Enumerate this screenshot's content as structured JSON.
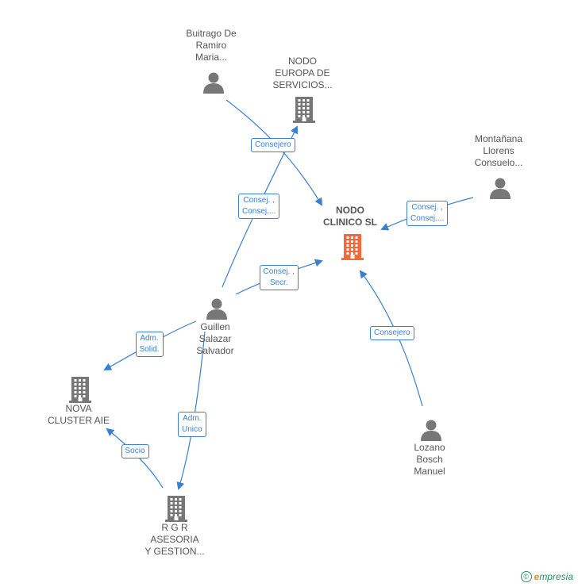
{
  "nodes": [
    {
      "id": "nodo-clinico",
      "type": "company",
      "highlight": true,
      "label": "NODO\nCLINICO  SL"
    },
    {
      "id": "nodo-europa",
      "type": "company",
      "highlight": false,
      "label": "NODO\nEUROPA DE\nSERVICIOS..."
    },
    {
      "id": "buitrago",
      "type": "person",
      "label": "Buitrago De\nRamiro\nMaria..."
    },
    {
      "id": "montanana",
      "type": "person",
      "label": "Montañana\nLlorens\nConsuelo..."
    },
    {
      "id": "guillen",
      "type": "person",
      "label": "Guillen\nSalazar\nSalvador"
    },
    {
      "id": "nova-cluster",
      "type": "company",
      "highlight": false,
      "label": "NOVA\nCLUSTER AIE"
    },
    {
      "id": "rgr",
      "type": "company",
      "highlight": false,
      "label": "R G R\nASESORIA\nY GESTION..."
    },
    {
      "id": "lozano",
      "type": "person",
      "label": "Lozano\nBosch\nManuel"
    }
  ],
  "edges": [
    {
      "from": "buitrago",
      "to": "nodo-clinico",
      "label": "Consejero"
    },
    {
      "from": "montanana",
      "to": "nodo-clinico",
      "label": "Consej. ,\nConsej...."
    },
    {
      "from": "guillen",
      "to": "nodo-europa",
      "label": "Consej. ,\nConsej...."
    },
    {
      "from": "guillen",
      "to": "nodo-clinico",
      "label": "Consej. ,\nSecr."
    },
    {
      "from": "guillen",
      "to": "nova-cluster",
      "label": "Adm.\nSolid."
    },
    {
      "from": "guillen",
      "to": "rgr",
      "label": "Adm.\nUnico"
    },
    {
      "from": "rgr",
      "to": "nova-cluster",
      "label": "Socio"
    },
    {
      "from": "lozano",
      "to": "nodo-clinico",
      "label": "Consejero"
    }
  ],
  "colors": {
    "edge": "#3a7fd0",
    "icon": "#777777",
    "highlight": "#f26a3a",
    "label": "#555555"
  },
  "footer": {
    "copyright_symbol": "©",
    "brand_initial": "e",
    "brand_rest": "mpresia"
  }
}
